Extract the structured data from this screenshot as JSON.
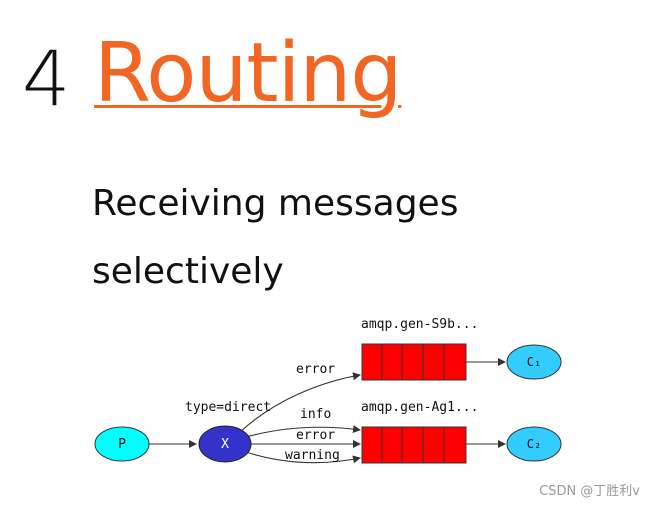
{
  "heading": {
    "number": "4",
    "title": "Routing"
  },
  "subtitle": {
    "line1": "Receiving messages",
    "line2": "selectively"
  },
  "diagram": {
    "producer": "P",
    "exchange": "X",
    "exchange_type": "type=direct",
    "queue1_name": "amqp.gen-S9b...",
    "queue2_name": "amqp.gen-Ag1...",
    "binding_q1": "error",
    "binding_q2_info": "info",
    "binding_q2_error": "error",
    "binding_q2_warning": "warning",
    "consumer1": "C₁",
    "consumer2": "C₂",
    "colors": {
      "producer": "#00ffff",
      "exchange": "#3333cc",
      "queue": "#ff0000",
      "consumer": "#33ccff"
    }
  },
  "watermark": "CSDN @丁胜利v"
}
